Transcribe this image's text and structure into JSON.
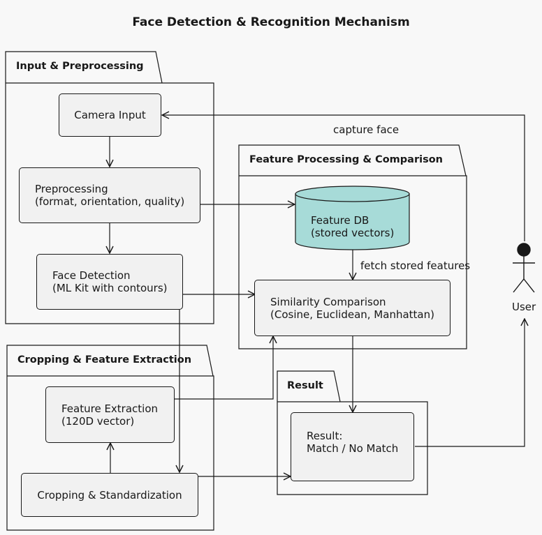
{
  "title": "Face Detection & Recognition Mechanism",
  "packages": {
    "input": "Input & Preprocessing",
    "feature": "Feature Processing & Comparison",
    "cropping": "Cropping & Feature Extraction",
    "result": "Result"
  },
  "nodes": {
    "camera_input": "Camera Input",
    "preprocessing": {
      "line1": "Preprocessing",
      "line2": "(format, orientation, quality)"
    },
    "face_detection": {
      "line1": "Face Detection",
      "line2": "(ML Kit with contours)"
    },
    "feature_db": {
      "line1": "Feature DB",
      "line2": "(stored vectors)"
    },
    "similarity": {
      "line1": "Similarity Comparison",
      "line2": "(Cosine, Euclidean, Manhattan)"
    },
    "feature_extraction": {
      "line1": "Feature Extraction",
      "line2": "(120D vector)"
    },
    "cropping": "Cropping & Standardization",
    "result": {
      "line1": "Result:",
      "line2": "Match / No Match"
    }
  },
  "actor": {
    "name": "User"
  },
  "edges": {
    "capture_face": "capture face",
    "fetch_stored": "fetch stored features"
  },
  "colors": {
    "background": "#f8f8f8",
    "node_fill": "#f1f1f1",
    "db_fill": "#a7dbd8",
    "stroke": "#181818"
  }
}
